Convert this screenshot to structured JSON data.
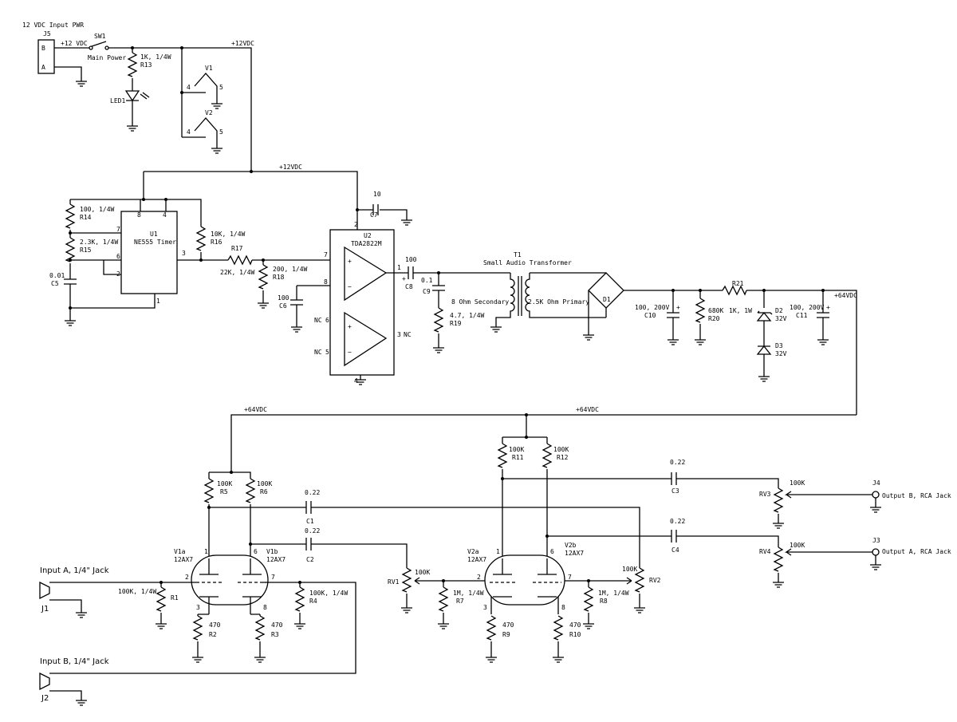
{
  "title": "12 VDC Input PWR",
  "power": {
    "j5": "J5",
    "j5_b": "B",
    "j5_a": "A",
    "v12_in": "+12 VDC",
    "sw1": "SW1",
    "sw1_label": "Main Power",
    "r13_val": "1K, 1/4W",
    "r13": "R13",
    "led1": "LED1",
    "rail_top": "+12VDC",
    "v1": "V1",
    "v2": "V2",
    "pin4": "4",
    "pin5": "5",
    "rail_mid": "+12VDC"
  },
  "timer": {
    "u1": "U1",
    "u1_name": "NE555 Timer",
    "r14_val": "100, 1/4W",
    "r14": "R14",
    "r15_val": "2.3K, 1/4W",
    "r15": "R15",
    "c5_val": "0.01",
    "c5": "C5",
    "r16_val": "10K, 1/4W",
    "r16": "R16",
    "p8": "8",
    "p4": "4",
    "p7": "7",
    "p6": "6",
    "p2": "2",
    "p3": "3",
    "p1": "1"
  },
  "amp": {
    "r17": "R17",
    "r17_val": "22K, 1/4W",
    "r18_val": "200, 1/4W",
    "r18": "R18",
    "c6_val": "100",
    "c6": "C6",
    "c7_val": "10",
    "c7": "C7",
    "u2": "U2",
    "u2_name": "TDA2822M",
    "p7": "7",
    "p8": "8",
    "p2": "2",
    "p1": "1",
    "p6": "6",
    "p5": "5",
    "p3": "3",
    "p4": "4",
    "nc": "NC",
    "c8_val": "100",
    "c8": "C8",
    "c9_val": "0.1",
    "c9": "C9",
    "r19_val": "4.7, 1/4W",
    "r19": "R19"
  },
  "supply": {
    "t1": "T1",
    "t1_name": "Small Audio Transformer",
    "sec": "8 Ohm Secondary",
    "pri": "2.5K Ohm Primary",
    "d1": "D1",
    "c10_val": "100, 200V",
    "c10": "C10",
    "r20_val": "680K",
    "r20": "R20",
    "r21": "R21",
    "r21_val": "1K, 1W",
    "d2": "D2",
    "d2_val": "32V",
    "d3": "D3",
    "d3_val": "32V",
    "c11_val": "100, 200V",
    "c11": "C11",
    "v64": "+64VDC"
  },
  "preamp": {
    "v64_left": "+64VDC",
    "v64_right": "+64VDC",
    "r5_val": "100K",
    "r5": "R5",
    "r6_val": "100K",
    "r6": "R6",
    "r11_val": "100K",
    "r11": "R11",
    "r12_val": "100K",
    "r12": "R12",
    "c1_val": "0.22",
    "c1": "C1",
    "c2_val": "0.22",
    "c2": "C2",
    "c3_val": "0.22",
    "c3": "C3",
    "c4_val": "0.22",
    "c4": "C4",
    "v1a": "V1a",
    "v1b": "V1b",
    "v2a": "V2a",
    "v2b": "V2b",
    "tube": "12AX7",
    "r1_val": "100K, 1/4W",
    "r1": "R1",
    "r4_val": "100K, 1/4W",
    "r4": "R4",
    "r2_val": "470",
    "r2": "R2",
    "r3_val": "470",
    "r3": "R3",
    "r9_val": "470",
    "r9": "R9",
    "r10_val": "470",
    "r10": "R10",
    "r7_val": "1M, 1/4W",
    "r7": "R7",
    "r8_val": "1M, 1/4W",
    "r8": "R8",
    "rv1": "RV1",
    "rv1_val": "100K",
    "rv2": "RV2",
    "rv2_val": "100K",
    "rv3": "RV3",
    "rv3_val": "100K",
    "rv4": "RV4",
    "rv4_val": "100K",
    "j4": "J4",
    "out_b": "Output B, RCA Jack",
    "j3": "J3",
    "out_a": "Output A, RCA Jack",
    "in_a": "Input A, 1/4\" Jack",
    "j1": "J1",
    "in_b": "Input B, 1/4\" Jack",
    "j2": "J2",
    "n1": "1",
    "n2": "2",
    "n3": "3",
    "n6": "6",
    "n7": "7",
    "n8": "8"
  }
}
